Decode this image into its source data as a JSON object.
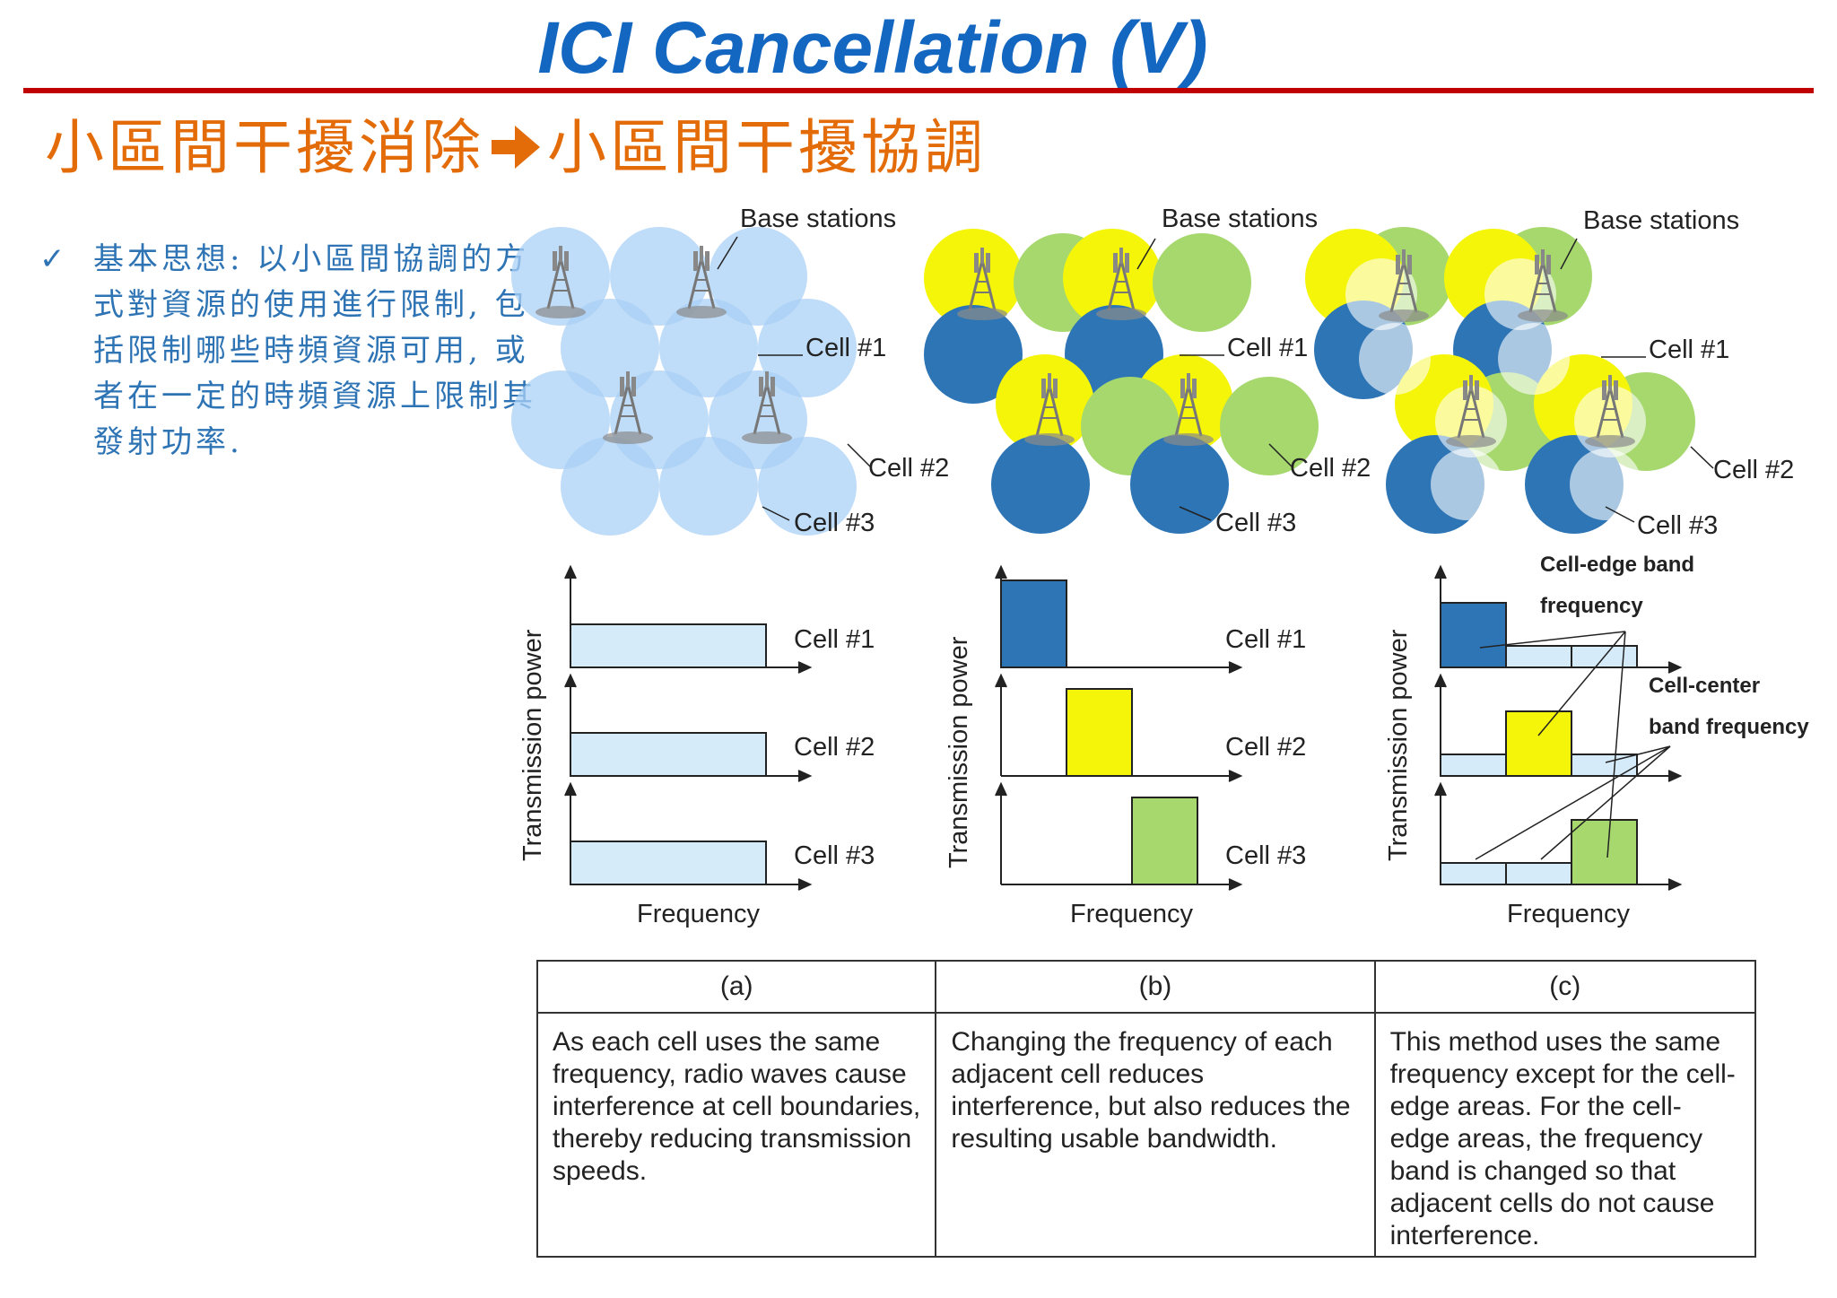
{
  "title": "ICI Cancellation (V)",
  "subtitle": {
    "left": "小區間干擾消除",
    "right": "小區間干擾協調",
    "arrow_icon": "right-arrow-icon",
    "color": "#e36c09"
  },
  "bullet": {
    "icon": "check-icon",
    "text": "基本思想: 以小區間協調的方式對資源的使用進行限制, 包括限制哪些時頻資源可用, 或者在一定的時頻資源上限制其發射功率."
  },
  "colors": {
    "title": "#1467c0",
    "rule": "#c00000",
    "bullet": "#2e74b5",
    "light_blue": "#a9d0f5",
    "dark_blue": "#2e75b6",
    "yellow": "#f5f50a",
    "green": "#a6d86e"
  },
  "diagram": {
    "base_stations_label": "Base stations",
    "cell1_label": "Cell #1",
    "cell2_label": "Cell #2",
    "cell3_label": "Cell #3",
    "y_axis_label": "Transmission power",
    "x_axis_label": "Frequency",
    "cell_edge_line1": "Cell-edge band",
    "cell_edge_line2": "frequency",
    "cell_center_line1": "Cell-center",
    "cell_center_line2": "band frequency"
  },
  "table": {
    "headers": [
      "(a)",
      "(b)",
      "(c)"
    ],
    "cells": [
      "As each cell uses the same frequency, radio waves cause interference at cell boundaries, thereby reducing transmission speeds.",
      "Changing the frequency of each adjacent cell reduces interference, but also reduces the resulting usable bandwidth.",
      "This method uses the same frequency except for the cell-edge areas. For the cell-edge areas, the frequency band is changed so that adjacent cells do not cause interference."
    ]
  }
}
